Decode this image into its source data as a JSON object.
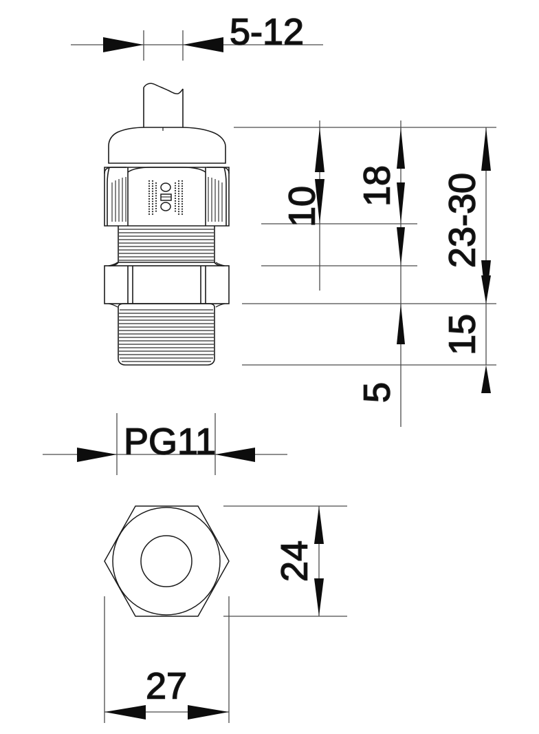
{
  "drawing": {
    "title": "PG11 cable gland dimensioned drawing",
    "units": "mm",
    "line_color": "#1a1a1a",
    "text_color": "#0d0d0d",
    "background": "#ffffff"
  },
  "views": {
    "front": {
      "name": "front-elevation",
      "description": "cable gland side view with dome cap, hex nut, threads"
    },
    "top": {
      "name": "end-view",
      "description": "hexagonal nut end view with circular bore"
    }
  },
  "dimensions": {
    "cable_range": {
      "label": "5-12",
      "orientation": "horizontal",
      "name": "cable-diameter-dimension"
    },
    "dim_10": {
      "label": "10",
      "orientation": "vertical",
      "name": "dimension-10"
    },
    "dim_18": {
      "label": "18",
      "orientation": "vertical",
      "name": "dimension-18"
    },
    "dim_23_30": {
      "label": "23-30",
      "orientation": "vertical",
      "name": "dimension-23-30"
    },
    "dim_15": {
      "label": "15",
      "orientation": "vertical",
      "name": "dimension-15"
    },
    "dim_5": {
      "label": "5",
      "orientation": "vertical",
      "name": "dimension-5"
    },
    "thread_size": {
      "label": "PG11",
      "orientation": "horizontal",
      "name": "thread-size-dimension"
    },
    "dim_24": {
      "label": "24",
      "orientation": "vertical",
      "name": "dimension-24"
    },
    "dim_27": {
      "label": "27",
      "orientation": "horizontal",
      "name": "dimension-27"
    }
  }
}
